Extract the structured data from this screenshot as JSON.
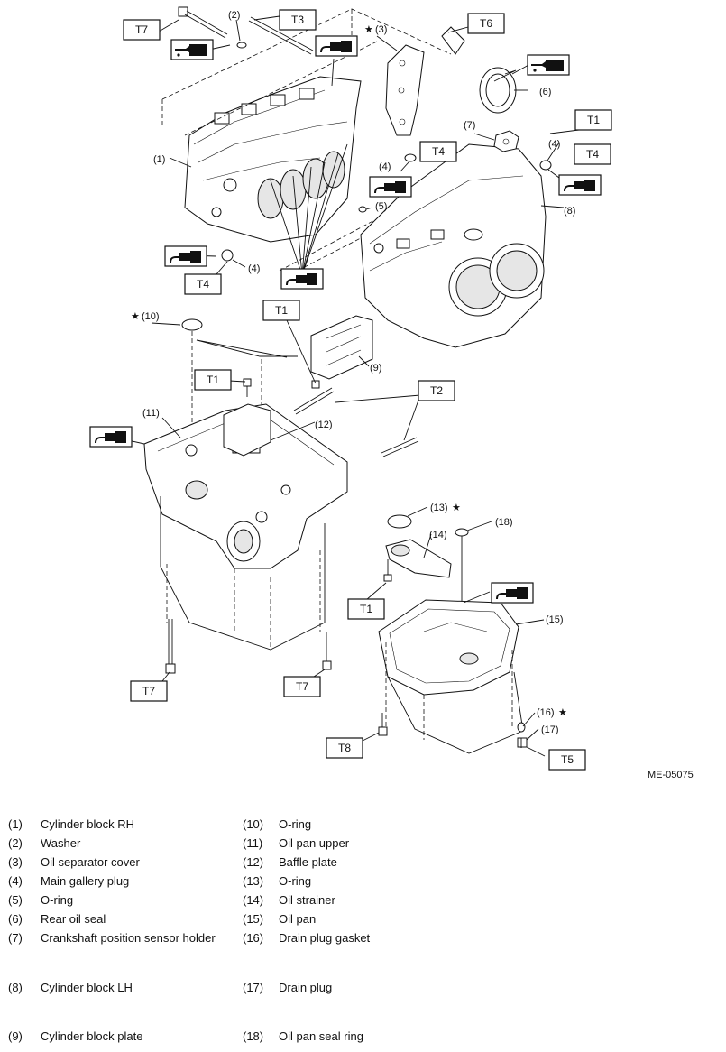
{
  "diagram_code": "ME-05075",
  "torque_labels": {
    "t1": "T1",
    "t2": "T2",
    "t3": "T3",
    "t4": "T4",
    "t5": "T5",
    "t6": "T6",
    "t7": "T7",
    "t8": "T8"
  },
  "callouts": {
    "c1": "(1)",
    "c2": "(2)",
    "c3": "(3)",
    "c4": "(4)",
    "c5": "(5)",
    "c6": "(6)",
    "c7": "(7)",
    "c8": "(8)",
    "c9": "(9)",
    "c10": "(10)",
    "c11": "(11)",
    "c12": "(12)",
    "c13": "(13)",
    "c14": "(14)",
    "c15": "(15)",
    "c16": "(16)",
    "c17": "(17)",
    "c18": "(18)"
  },
  "star_symbol": "★",
  "icons": [
    "oil-can-icon",
    "sealant-tube-icon",
    "star-icon"
  ],
  "legend": [
    {
      "num": "(1)",
      "name": "Cylinder block RH"
    },
    {
      "num": "(2)",
      "name": "Washer"
    },
    {
      "num": "(3)",
      "name": "Oil separator cover"
    },
    {
      "num": "(4)",
      "name": "Main gallery plug"
    },
    {
      "num": "(5)",
      "name": "O-ring"
    },
    {
      "num": "(6)",
      "name": "Rear oil seal"
    },
    {
      "num": "(7)",
      "name": "Crankshaft position sensor holder"
    },
    {
      "num": "(8)",
      "name": "Cylinder block LH"
    },
    {
      "num": "(9)",
      "name": "Cylinder block plate"
    },
    {
      "num": "(10)",
      "name": "O-ring"
    },
    {
      "num": "(11)",
      "name": "Oil pan upper"
    },
    {
      "num": "(12)",
      "name": "Baffle plate"
    },
    {
      "num": "(13)",
      "name": "O-ring"
    },
    {
      "num": "(14)",
      "name": "Oil strainer"
    },
    {
      "num": "(15)",
      "name": "Oil pan"
    },
    {
      "num": "(16)",
      "name": "Drain plug gasket"
    },
    {
      "num": "(17)",
      "name": "Drain plug"
    },
    {
      "num": "(18)",
      "name": "Oil pan seal ring"
    }
  ]
}
